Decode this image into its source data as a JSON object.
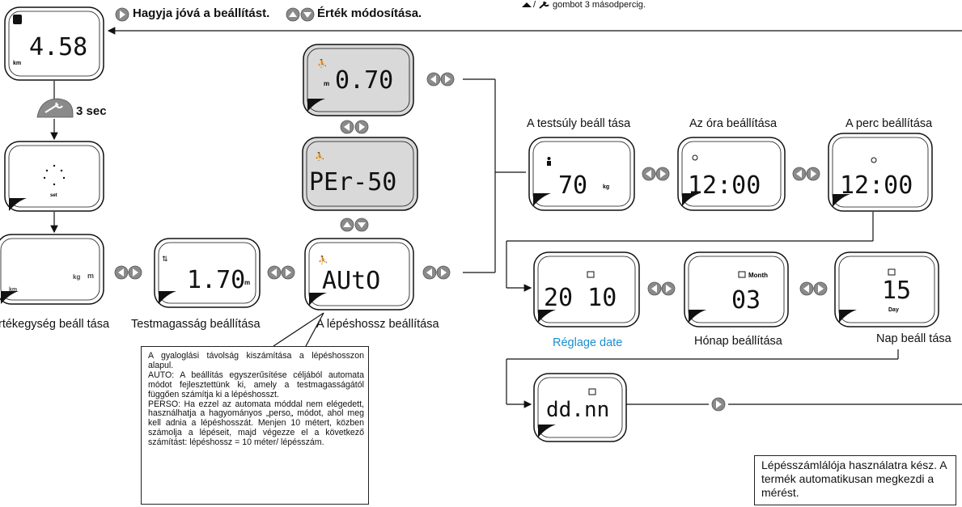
{
  "header": {
    "confirm_text": "Hagyja jóvá a beállítást.",
    "modify_text": "Érték módosítása.",
    "hold_text": "gombot 3 másodpercig."
  },
  "wrench_label": "3 sec",
  "screens": {
    "km": {
      "value": "4.58",
      "unit": "km"
    },
    "set": {
      "label": "set"
    },
    "units": {
      "kg": "kg",
      "m": "m",
      "km": "km"
    },
    "height": {
      "value": "1.70",
      "unit": "m"
    },
    "auto": {
      "value": "AUtO"
    },
    "perso": {
      "value": "PEr-50"
    },
    "stride": {
      "value": "0.70",
      "unit": "m"
    },
    "weight": {
      "value": "70",
      "unit": "kg"
    },
    "hour": {
      "value": "12:00"
    },
    "minute": {
      "value": "12:00"
    },
    "year": {
      "value": "20 10"
    },
    "month": {
      "value": "03",
      "label": "Month"
    },
    "day": {
      "value": "15",
      "label": "Day"
    },
    "date_format": {
      "value": "dd.nn"
    }
  },
  "labels": {
    "unit_setting": "rtékegység beáll tása",
    "height_setting": "Testmagasság beállítása",
    "stride_setting": "A lépéshossz beállítása",
    "weight_setting": "A testsúly beáll tása",
    "hour_setting": "Az óra beállítása",
    "minute_setting": "A perc beállítása",
    "date_setting": "Réglage date",
    "month_setting": "Hónap beállítása",
    "day_setting": "Nap beáll tása"
  },
  "note": {
    "p1": "A gyaloglási távolság kiszámítása a lépéshosszon alapul.",
    "p2": "AUTO: A beállítás egyszerűsítése céljából automata módot fejlesztettünk ki, amely a testmagasságától függően számítja ki a lépéshosszt.",
    "p3": "PERSO: Ha ezzel az automata móddal nem elégedett, használhatja a hagyományos „perso„ módot, ahol meg kell adnia a lépéshosszát. Menjen 10 métert, közben számolja a lépéseit, majd végezze el a következő számítást: lépéshossz = 10 méter/ lépésszám."
  },
  "final_message": "Lépésszámlálója használatra kész. A termék automatikusan megkezdi a mérést.",
  "colors": {
    "button_gray": "#8a8a8a",
    "lcd_active": "#d9d9d9",
    "blue_label": "#1a8fd0"
  }
}
